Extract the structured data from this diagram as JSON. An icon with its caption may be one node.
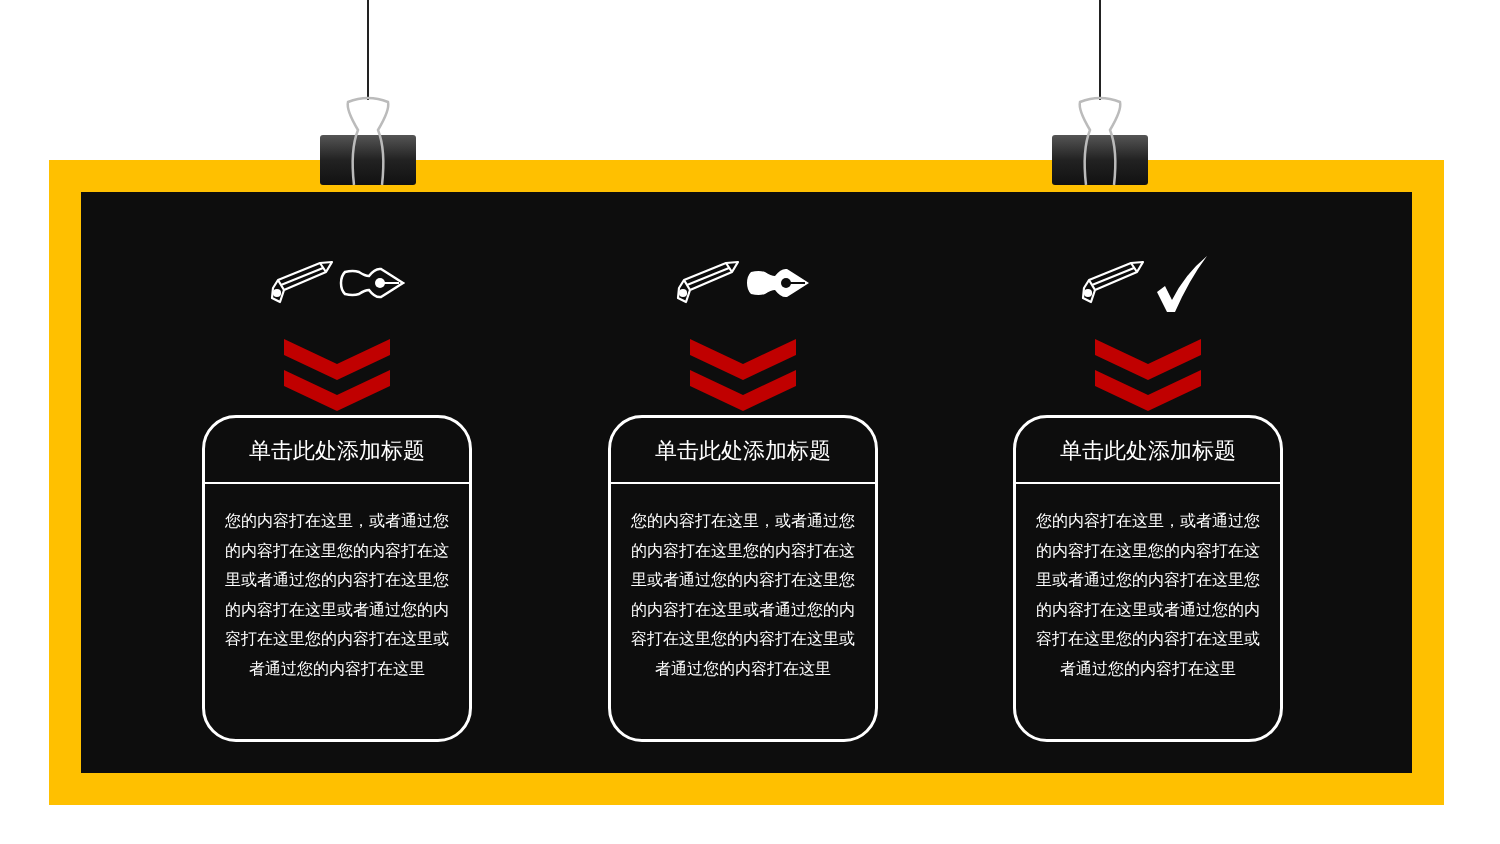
{
  "diagram": {
    "nodes": [
      {
        "text": [
          "单击此处添加标题",
          "您的内容打在这里，或者通过您的内容打在这里您的内容打在这里或者通过您的内容打在这里您的内容打在这里或者通过您的内容打在这里您的内容打在这里或者通过您的内容打在这里"
        ]
      },
      {
        "text": [
          "单击此处添加标题",
          "您的内容打在这里，或者通过您的内容打在这里您的内容打在这里或者通过您的内容打在这里您的内容打在这里或者通过您的内容打在这里您的内容打在这里或者通过您的内容打在这里"
        ]
      },
      {
        "text": [
          "单击此处添加标题",
          "您的内容打在这里，或者通过您的内容打在这里您的内容打在这里或者通过您的内容打在这里您的内容打在这里或者通过您的内容打在这里您的内容打在这里或者通过您的内容打在这里"
        ]
      }
    ]
  }
}
